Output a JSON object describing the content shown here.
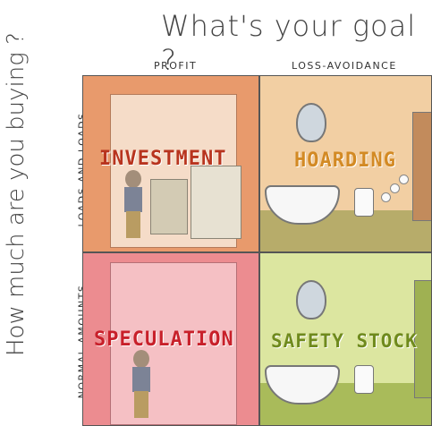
{
  "title": "What's your goal ?",
  "columns": [
    "PROFIT",
    "LOSS-AVOIDANCE"
  ],
  "side_title": "How much are you buying ?",
  "rows": [
    "LOADS AND LOADS",
    "NORMAL AMOUNTS"
  ],
  "cells": [
    {
      "label": "INVESTMENT",
      "label_color": "#b8341e",
      "bg": "#e89a6c"
    },
    {
      "label": "HOARDING",
      "label_color": "#d38a24",
      "bg": "#f2cfa3"
    },
    {
      "label": "SPECULATION",
      "label_color": "#c8202a",
      "bg": "#ec8c90"
    },
    {
      "label": "SAFETY STOCK",
      "label_color": "#6f8a1d",
      "bg": "#dce6a0"
    }
  ]
}
